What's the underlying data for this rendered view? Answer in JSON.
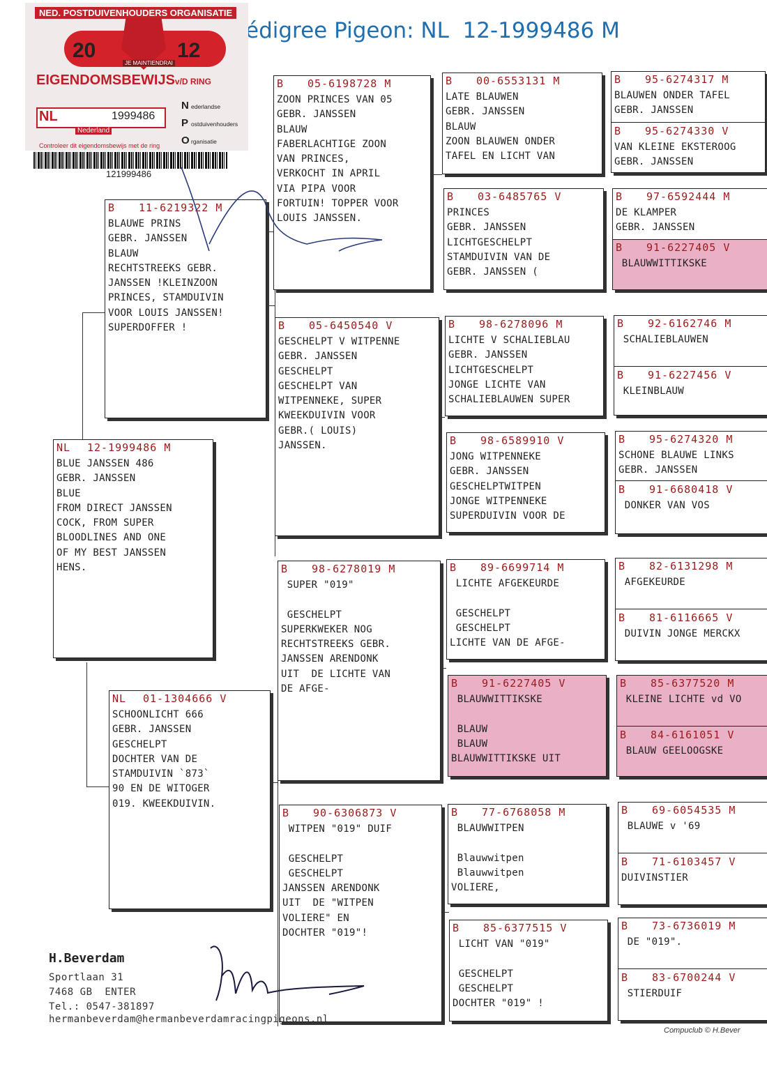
{
  "title": "édigree Pigeon: NL  12-1999486 M",
  "certificate": {
    "org": "NED. POSTDUIVENHOUDERS ORGANISATIE",
    "year_left": "20",
    "year_right": "12",
    "motto": "JE MAINTIENDRAI",
    "heading": "EIGENDOMSBEWIJS",
    "heading_suffix": "v/D RING",
    "country": "NL",
    "ring_number": "1999486",
    "country_name": "Nederland",
    "control_note": "Controleer dit eigendomsbewijs met de ring",
    "npo_n": "N",
    "npo_n_text": "ederlandse",
    "npo_p": "P",
    "npo_p_text": "ostduivenhouders",
    "npo_o": "O",
    "npo_o_text": "rganisatie",
    "barcode_number": "121999486"
  },
  "pigeons": {
    "subject": {
      "cc": "NL",
      "ring": "12-1999486 M",
      "text": "BLUE JANSSEN 486\nGEBR. JANSSEN\nBLUE\nFROM DIRECT JANSSEN\nCOCK, FROM SUPER\nBLOODLINES AND ONE\nOF MY BEST JANSSEN\nHENS."
    },
    "sire": {
      "cc": "B",
      "ring": "11-6219322 M",
      "text": "BLAUWE PRINS\nGEBR. JANSSEN\nBLAUW\nRECHTSTREEKS GEBR.\nJANSSEN !KLEINZOON\nPRINCES, STAMDUIVIN\nVOOR LOUIS JANSSEN!\nSUPERDOFFER !"
    },
    "dam": {
      "cc": "NL",
      "ring": "01-1304666 V",
      "text": "SCHOONLICHT 666\nGEBR. JANSSEN\nGESCHELPT\nDOCHTER VAN DE\nSTAMDUIVIN `873`\n90 EN DE WITOGER\n019. KWEEKDUIVIN."
    },
    "ss": {
      "cc": "B",
      "ring": "05-6198728 M",
      "text": "ZOON PRINCES VAN 05\nGEBR. JANSSEN\nBLAUW\nFABERLACHTIGE ZOON\nVAN PRINCES,\nVERKOCHT IN APRIL\nVIA PIPA VOOR\nFORTUIN! TOPPER VOOR\nLOUIS JANSSEN."
    },
    "sd": {
      "cc": "B",
      "ring": "05-6450540 V",
      "text": "GESCHELPT V WITPENNE\nGEBR. JANSSEN\nGESCHELPT\nGESCHELPT VAN\nWITPENNEKE, SUPER\nKWEEKDUIVIN VOOR\nGEBR.( LOUIS)\nJANSSEN."
    },
    "ds": {
      "cc": "B",
      "ring": "98-6278019 M",
      "text": " SUPER \"019\"\n\n GESCHELPT\nSUPERKWEKER NOG\nRECHTSTREEKS GEBR.\nJANSSEN ARENDONK\nUIT  DE LICHTE VAN\nDE AFGE-"
    },
    "dd": {
      "cc": "B",
      "ring": "90-6306873 V",
      "text": " WITPEN \"019\" DUIF\n\n GESCHELPT\n GESCHELPT\nJANSSEN ARENDONK\nUIT  DE \"WITPEN\nVOLIERE\" EN\nDOCHTER \"019\"!"
    },
    "sss": {
      "cc": "B",
      "ring": "00-6553131 M",
      "text": "LATE BLAUWEN\nGEBR. JANSSEN\nBLAUW\nZOON BLAUWEN ONDER\nTAFEL EN LICHT VAN"
    },
    "ssd": {
      "cc": "B",
      "ring": "03-6485765 V",
      "text": "PRINCES\nGEBR. JANSSEN\nLICHTGESCHELPT\nSTAMDUIVIN VAN DE\nGEBR. JANSSEN ("
    },
    "sds": {
      "cc": "B",
      "ring": "98-6278096 M",
      "text": "LICHTE V SCHALIEBLAU\nGEBR. JANSSEN\nLICHTGESCHELPT\nJONGE LICHTE VAN\nSCHALIEBLAUWEN SUPER"
    },
    "sdd": {
      "cc": "B",
      "ring": "98-6589910 V",
      "text": "JONG WITPENNEKE\nGEBR. JANSSEN\nGESCHELPTWITPEN\nJONGE WITPENNEKE\nSUPERDUIVIN VOOR DE"
    },
    "dss": {
      "cc": "B",
      "ring": "89-6699714 M",
      "text": " LICHTE AFGEKEURDE\n\n GESCHELPT\n GESCHELPT\nLICHTE VAN DE AFGE-"
    },
    "dsd": {
      "cc": "B",
      "ring": "91-6227405 V",
      "text": " BLAUWWITTIKSKE\n\n BLAUW\n BLAUW\nBLAUWWITTIKSKE UIT"
    },
    "dds": {
      "cc": "B",
      "ring": "77-6768058 M",
      "text": " BLAUWWITPEN\n\n Blauwwitpen\n Blauwwitpen\nVOLIERE,"
    },
    "ddd": {
      "cc": "B",
      "ring": "85-6377515 V",
      "text": " LICHT VAN \"019\"\n\n GESCHELPT\n GESCHELPT\nDOCHTER \"019\" !"
    },
    "g1": {
      "cc": "B",
      "ring": "95-6274317 M",
      "text": "BLAUWEN ONDER TAFEL\nGEBR. JANSSEN"
    },
    "g2": {
      "cc": "B",
      "ring": "95-6274330 V",
      "text": "VAN KLEINE EKSTEROOG\nGEBR. JANSSEN"
    },
    "g3": {
      "cc": "B",
      "ring": "97-6592444 M",
      "text": "DE KLAMPER\nGEBR. JANSSEN"
    },
    "g4": {
      "cc": "B",
      "ring": "91-6227405 V",
      "text": " BLAUWWITTIKSKE"
    },
    "g5": {
      "cc": "B",
      "ring": "92-6162746 M",
      "text": " SCHALIEBLAUWEN"
    },
    "g6": {
      "cc": "B",
      "ring": "91-6227456 V",
      "text": " KLEINBLAUW"
    },
    "g7": {
      "cc": "B",
      "ring": "95-6274320 M",
      "text": "SCHONE BLAUWE LINKS\nGEBR. JANSSEN"
    },
    "g8": {
      "cc": "B",
      "ring": "91-6680418 V",
      "text": " DONKER VAN VOS"
    },
    "g9": {
      "cc": "B",
      "ring": "82-6131298 M",
      "text": " AFGEKEURDE"
    },
    "g10": {
      "cc": "B",
      "ring": "81-6116665 V",
      "text": " DUIVIN JONGE MERCKX"
    },
    "g11": {
      "cc": "B",
      "ring": "85-6377520 M",
      "text": " KLEINE LICHTE vd VO"
    },
    "g12": {
      "cc": "B",
      "ring": "84-6161051 V",
      "text": " BLAUW GEELOOGSKE"
    },
    "g13": {
      "cc": "B",
      "ring": "69-6054535 M",
      "text": " BLAUWE v '69"
    },
    "g14": {
      "cc": "B",
      "ring": "71-6103457 V",
      "text": "DUIVINSTIER"
    },
    "g15": {
      "cc": "B",
      "ring": "73-6736019 M",
      "text": " DE \"019\"."
    },
    "g16": {
      "cc": "B",
      "ring": "83-6700244 V",
      "text": " STIERDUIF"
    }
  },
  "owner": {
    "name": "H.Beverdam",
    "address": "Sportlaan 31",
    "postcode_city": "7468 GB  ENTER",
    "phone": "Tel.: 0547-381897",
    "email": "hermanbeverdam@hermanbeverdamracingpigeons.nl"
  },
  "footer": "Compuclub © H.Bever",
  "colors": {
    "title": "#1f6fb0",
    "ring": "#9c1a1a",
    "highlight": "#eab0c6",
    "cert_red": "#c11d27"
  }
}
